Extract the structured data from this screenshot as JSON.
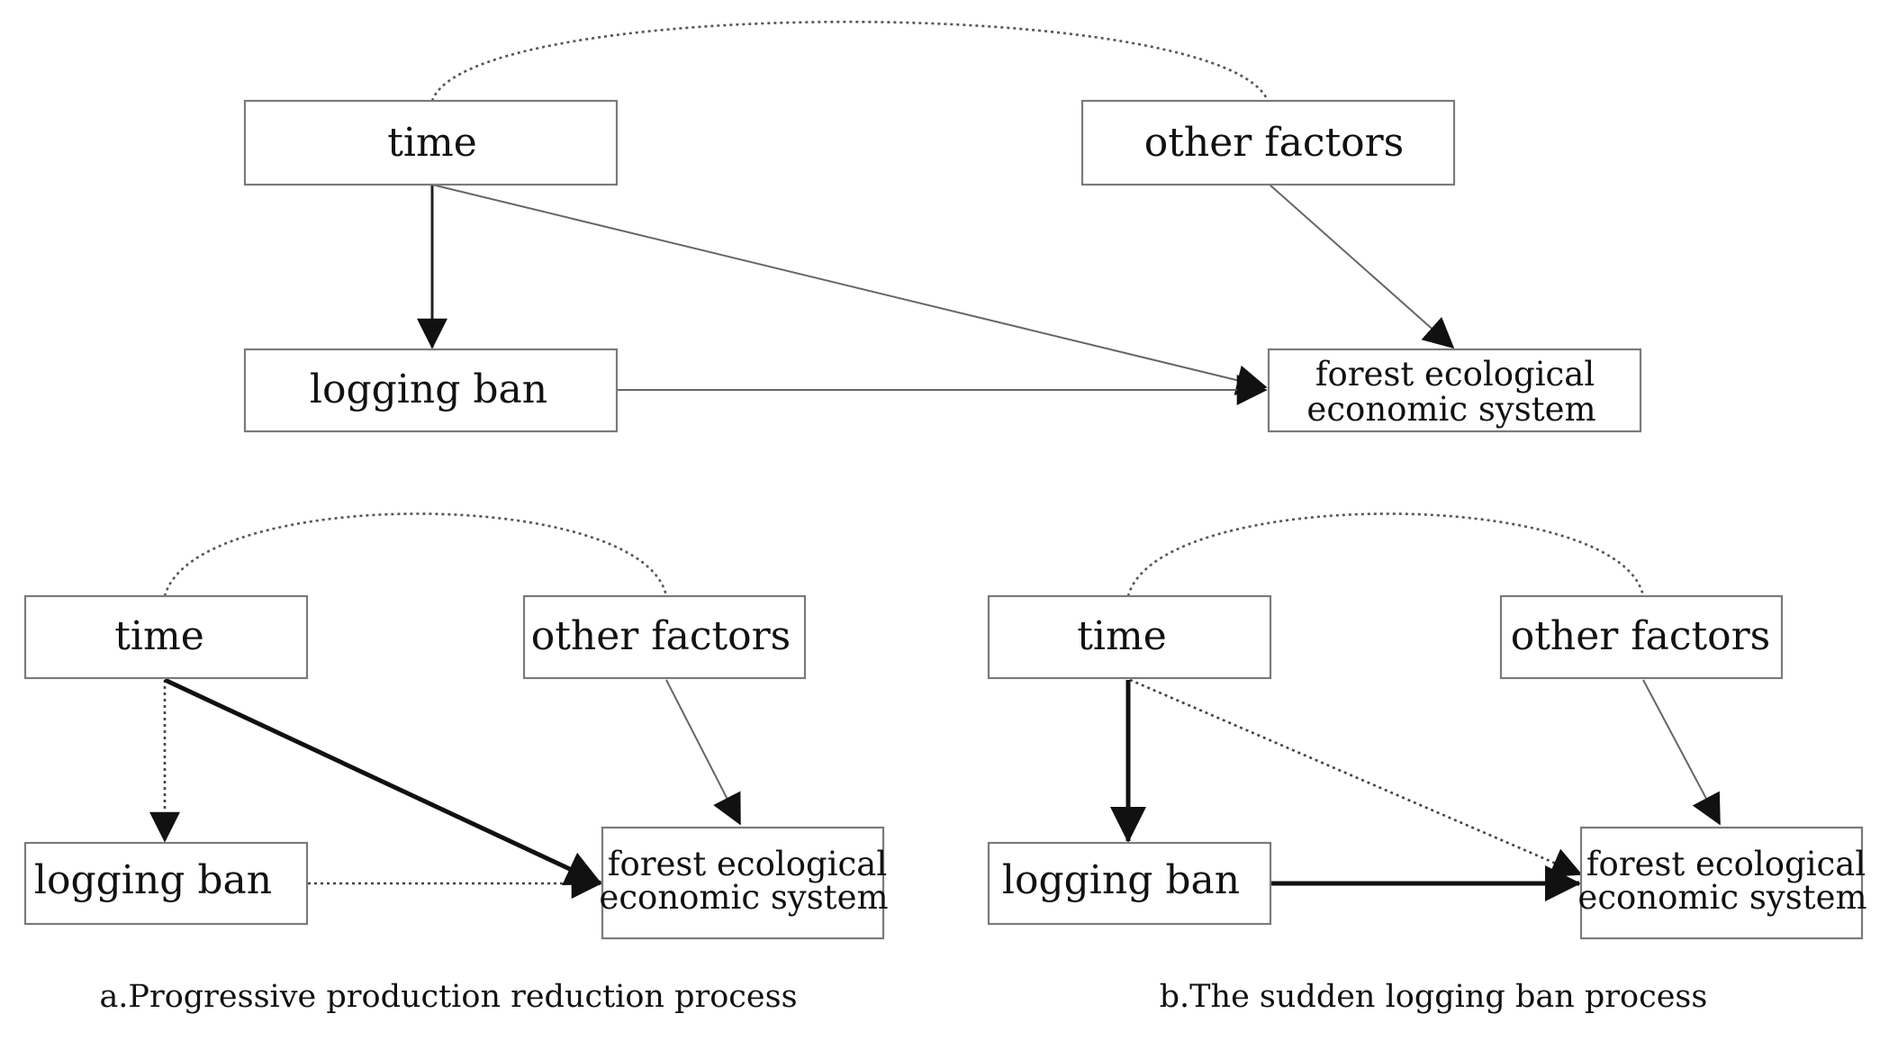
{
  "nodes": {
    "time": "time",
    "other_factors": "other factors",
    "logging_ban": "logging ban",
    "forest_line1": "forest ecological",
    "forest_line2": "economic system"
  },
  "captions": {
    "a": "a.Progressive production reduction process",
    "b": "b.The sudden logging ban process"
  },
  "colors": {
    "box_border": "#7a7a7a",
    "arrow": "#111111",
    "text": "#111111"
  }
}
